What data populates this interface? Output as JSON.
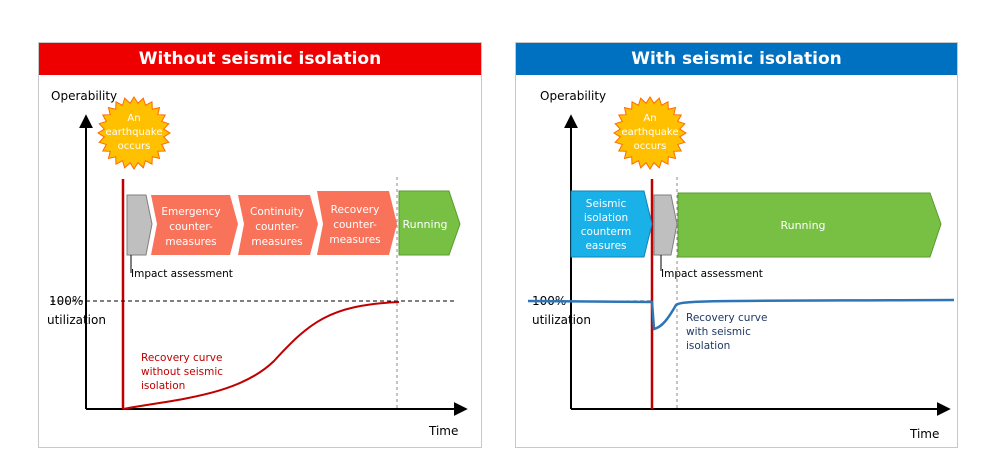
{
  "left_panel": {
    "title": "Without seismic isolation",
    "y_axis_label": "Operability",
    "x_axis_label": "Time",
    "earthquake_label": [
      "An",
      "earthquake",
      "occurs"
    ],
    "impact_label": "Impact assessment",
    "steps": [
      {
        "lines": [
          "Emergency",
          "counter-",
          "measures"
        ]
      },
      {
        "lines": [
          "Continuity",
          "counter-",
          "measures"
        ]
      },
      {
        "lines": [
          "Recovery",
          "counter-",
          "measures"
        ]
      }
    ],
    "running_label": "Running",
    "level_label": [
      "100%",
      "utilization"
    ],
    "curve_label": [
      "Recovery curve",
      "without seismic",
      "isolation"
    ]
  },
  "right_panel": {
    "title": "With seismic isolation",
    "y_axis_label": "Operability",
    "x_axis_label": "Time",
    "earthquake_label": [
      "An",
      "earthquake",
      "occurs"
    ],
    "impact_label": "Impact assessment",
    "pre_step": {
      "lines": [
        "Seismic",
        "isolation",
        "counterm",
        "easures"
      ]
    },
    "running_label": "Running",
    "level_label": [
      "100%",
      "utilization"
    ],
    "curve_label": [
      "Recovery curve",
      "with seismic",
      "isolation"
    ]
  },
  "colors": {
    "red_banner": "#ee0000",
    "blue_banner": "#0070c0",
    "step_orange": "#f9735a",
    "running_green": "#77c043",
    "pre_step_blue": "#1ab0e8",
    "impact_gray": "#bfbfbf",
    "quake_line": "#c00000",
    "starburst": "#ffc000",
    "curve_red": "#c00000",
    "curve_blue": "#2e75b6"
  }
}
